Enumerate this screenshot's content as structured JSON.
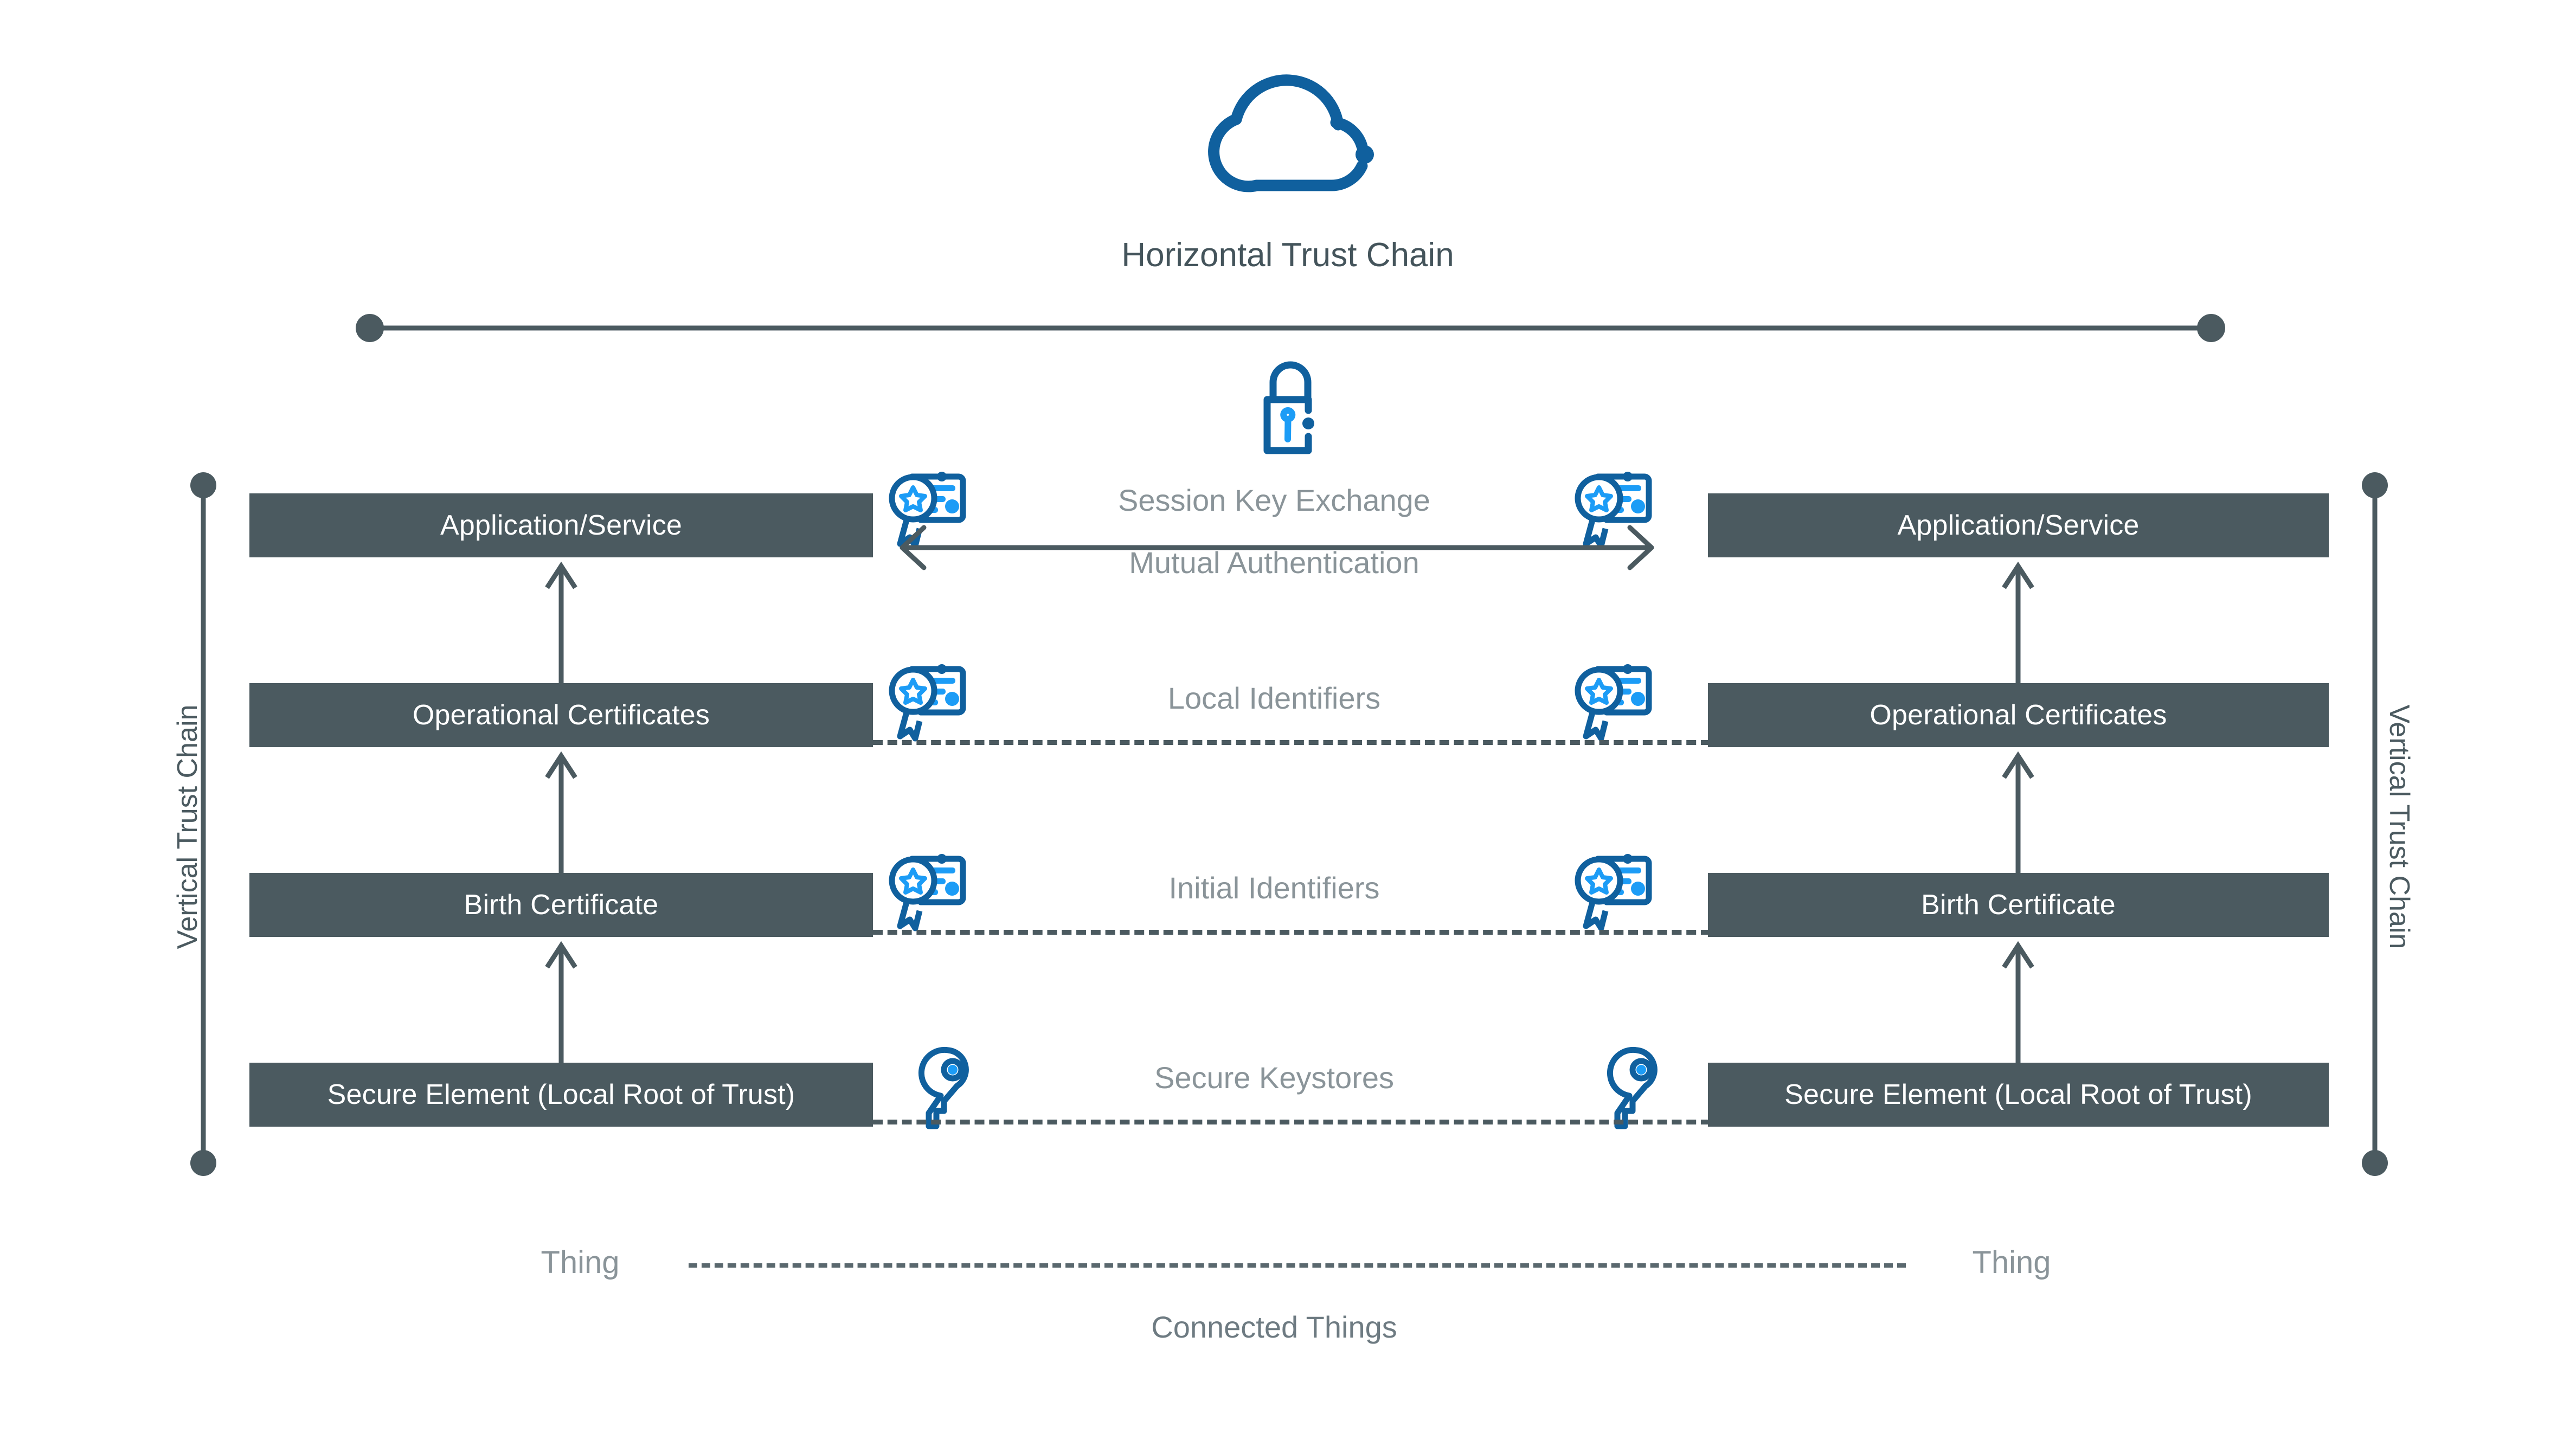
{
  "diagram": {
    "title": "Horizontal Trust Chain",
    "bottom_caption": "Connected Things",
    "icons": {
      "cloud": "cloud-icon",
      "lock": "lock-icon",
      "certificate": "certificate-icon",
      "key": "key-icon"
    },
    "colors": {
      "box_fill": "#4B5A60",
      "box_text": "#FFFFFF",
      "title_text": "#44545B",
      "muted_text": "#8A9499",
      "line": "#4B5A60",
      "icon_dark_blue": "#10609E",
      "icon_light_blue": "#1C9CF6",
      "background": "#FFFFFF"
    }
  },
  "side_labels": {
    "left": "Vertical Trust Chain",
    "right": "Vertical Trust Chain"
  },
  "left_stack": {
    "thing_label": "Thing",
    "tiers": [
      {
        "label": "Application/Service"
      },
      {
        "label": "Operational Certificates"
      },
      {
        "label": "Birth Certificate"
      },
      {
        "label": "Secure Element (Local Root of Trust)"
      }
    ]
  },
  "right_stack": {
    "thing_label": "Thing",
    "tiers": [
      {
        "label": "Application/Service"
      },
      {
        "label": "Operational Certificates"
      },
      {
        "label": "Birth Certificate"
      },
      {
        "label": "Secure Element (Local Root of Trust)"
      }
    ]
  },
  "center_rows": [
    {
      "id": "row-session",
      "line1": "Session Key Exchange",
      "line2": "Mutual Authentication",
      "icon": "certificate-icon",
      "connector": "double-arrow"
    },
    {
      "id": "row-local",
      "line1": "Local Identifiers",
      "line2": "",
      "icon": "certificate-icon",
      "connector": "dashed"
    },
    {
      "id": "row-initial",
      "line1": "Initial Identifiers",
      "line2": "",
      "icon": "certificate-icon",
      "connector": "dashed"
    },
    {
      "id": "row-keystore",
      "line1": "Secure Keystores",
      "line2": "",
      "icon": "key-icon",
      "connector": "dashed"
    }
  ]
}
